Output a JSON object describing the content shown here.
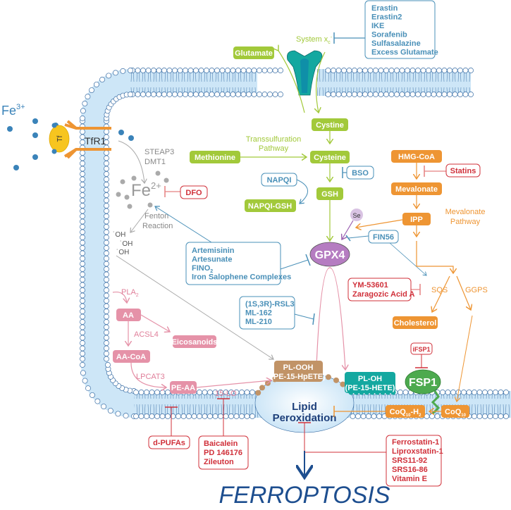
{
  "colors": {
    "green": "#a2c93a",
    "orange": "#ee9533",
    "pink": "#e592a8",
    "blue_inhibitor": "#4a90b8",
    "red_inhibitor": "#d0303a",
    "gpx4": "#b57cc1",
    "fsp1": "#4daa4f",
    "pl_ooh": "#c19366",
    "pl_oh": "#14a8a0",
    "membrane_fill": "#cde6f7",
    "membrane_stroke": "#3a6ea5",
    "ferroptosis": "#1d4e8f",
    "iron_ext": "#3a83b9",
    "iron_int": "#aaaaaa"
  },
  "iron": {
    "fe3": "Fe",
    "fe3_charge": "3+",
    "tf": "Tf",
    "tfr1": "TfR1",
    "steap3": "STEAP3",
    "dmt1": "DMT1",
    "fe2": "Fe",
    "fe2_charge": "2+",
    "dfo": "DFO",
    "fenton_1": "Fenton",
    "fenton_2": "Reaction",
    "oh": [
      "˙OH",
      "˙OH",
      "˙OH"
    ]
  },
  "system_xc": {
    "label": "System x",
    "sub": "c",
    "sup": "-",
    "glutamate": "Glutamate",
    "inhibitors": [
      "Erastin",
      "Erastin2",
      "IKE",
      "Sorafenib",
      "Sulfasalazine",
      "Excess Glutamate"
    ]
  },
  "gsh_pathway": {
    "cystine": "Cystine",
    "cysteine": "Cysteine",
    "methionine": "Methionine",
    "transsulfuration_1": "Transsulfuration",
    "transsulfuration_2": "Pathway",
    "bso": "BSO",
    "gsh": "GSH",
    "napqi": "NAPQI",
    "napqi_gsh": "NAPQI-GSH",
    "se": "Se",
    "gpx4": "GPX4",
    "fin56": "FIN56",
    "gpx4_inhibitors_a": [
      "Artemisinin",
      "Artesunate",
      "FINO",
      "Iron Salophene Complexes"
    ],
    "fino_sub": "2",
    "gpx4_inhibitors_b": [
      "(1S,3R)-RSL3",
      "ML-162",
      "ML-210"
    ]
  },
  "mevalonate": {
    "hmg_coa": "HMG-CoA",
    "statins": "Statins",
    "mevalonate": "Mevalonate",
    "ipp": "IPP",
    "pathway_1": "Mevalonate",
    "pathway_2": "Pathway",
    "sqs": "SQS",
    "ggps": "GGPS",
    "cholesterol": "Cholesterol",
    "sqs_inhibitors": [
      "YM-53601",
      "Zaragozic Acid A"
    ]
  },
  "lipid": {
    "pla2": "PLA",
    "pla2_sub": "2",
    "aa": "AA",
    "acsl4": "ACSL4",
    "eicosanoids": "Eicosanoids",
    "aa_coa": "AA-CoA",
    "lpcat3": "LPCAT3",
    "pe_aa": "PE-AA",
    "lo15": "15-LO",
    "pl_ooh_1": "PL-OOH",
    "pl_ooh_2": "(PE-15-HpETE)",
    "pl_oh_1": "PL-OH",
    "pl_oh_2": "(PE-15-HETE)",
    "lipid_peroxidation_1": "Lipid",
    "lipid_peroxidation_2": "Peroxidation",
    "dpufas": "d-PUFAs",
    "lo_inhibitors": [
      "Baicalein",
      "PD 146176",
      "Zileuton"
    ],
    "rta_inhibitors": [
      "Ferrostatin-1",
      "Liproxstatin-1",
      "SRS11-92",
      "SRS16-86",
      "Vitamin E"
    ]
  },
  "fsp1": {
    "fsp1": "FSP1",
    "ifsp1": "iFSP1",
    "coq10": "CoQ",
    "coq10_sub": "10",
    "coq10h2": "CoQ",
    "coq10h2_sub": "10",
    "coq10h2_suffix": "-H",
    "coq10h2_sub2": "2"
  },
  "outcome": {
    "ferroptosis": "FERROPTOSIS"
  }
}
